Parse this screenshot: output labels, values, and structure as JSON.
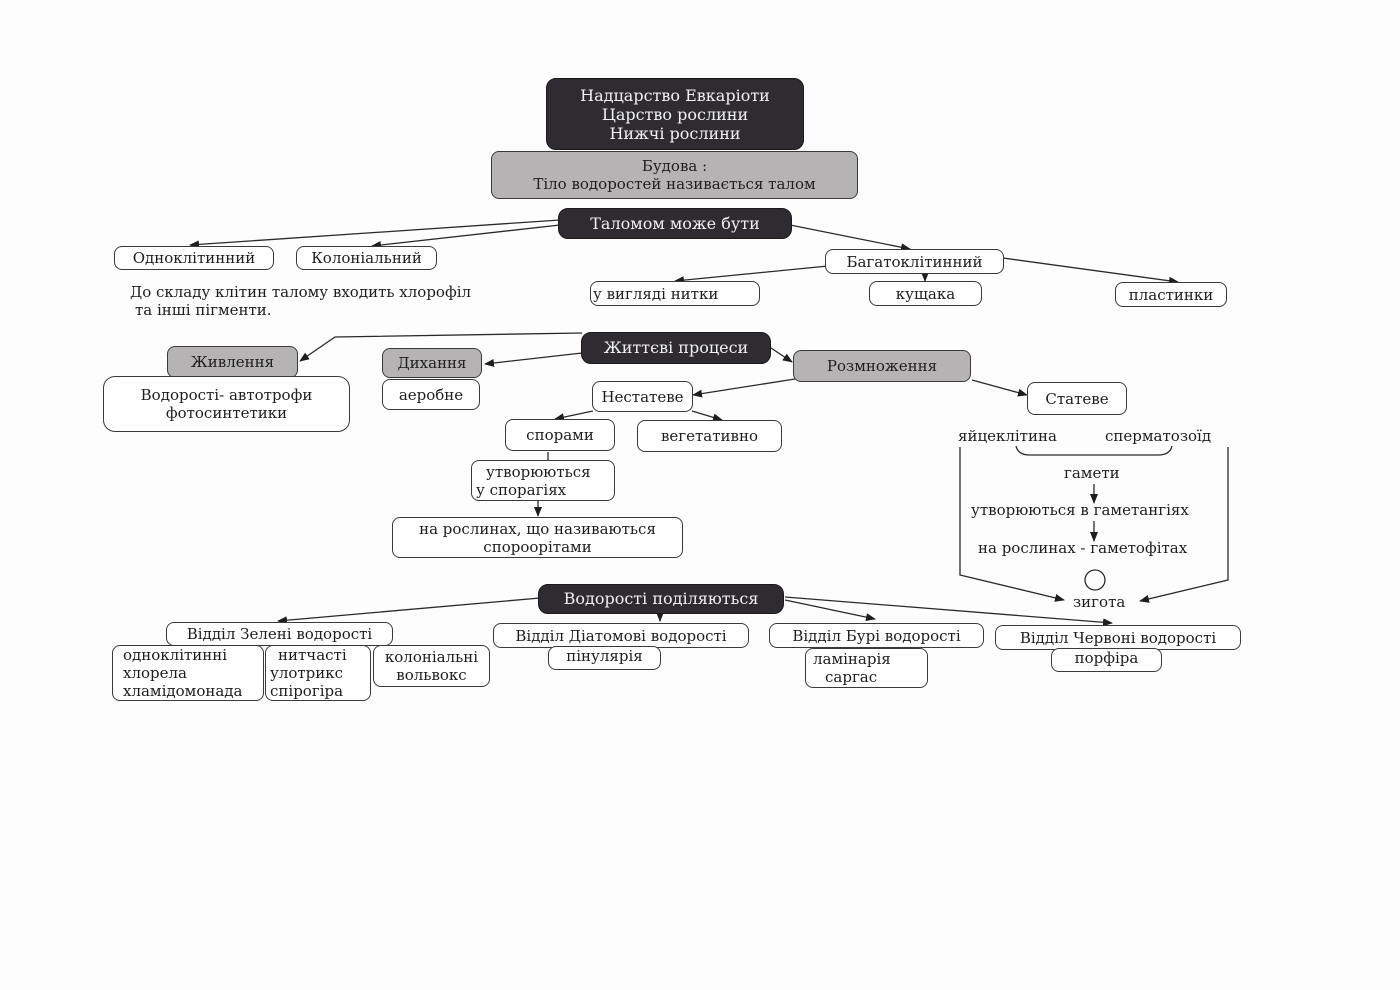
{
  "title": {
    "lines": [
      "Надцарство Евкаріоти",
      "Царство рослини",
      "Нижчі рослини"
    ]
  },
  "structure": {
    "heading": "Будова :",
    "text": "Тіло водоростей називається талом"
  },
  "thallus": {
    "label": "Таломом може бути",
    "types": [
      "Одноклітинний",
      "Колоніальний",
      "Багатоклітинний"
    ],
    "multicellular_forms": [
      "у вигляді нитки",
      "кущака",
      "пластинки"
    ],
    "note_lines": [
      "До складу клітин талому входить хлорофіл",
      "та інші пігменти."
    ]
  },
  "life_processes": {
    "label": "Життєві процеси",
    "nutrition": {
      "label": "Живлення",
      "detail_lines": [
        "Водорості- автотрофи",
        "фотосинтетики"
      ]
    },
    "respiration": {
      "label": "Дихання",
      "detail": "аеробне"
    },
    "reproduction": {
      "label": "Розмноження",
      "asexual": {
        "label": "Нестатеве",
        "spores": "спорами",
        "vegetative": "вегетативно",
        "formed_lines": [
          "утворюються",
          "у спорагіях"
        ],
        "plants_lines": [
          "на рослинах, що називаються",
          "спороорітами"
        ]
      },
      "sexual": {
        "label": "Статеве",
        "egg": "яйцеклітина",
        "sperm": "сперматозоїд",
        "gametes": "гамети",
        "formed": "утворюються в гаметангіях",
        "plants": "на рослинах - гаметофітах",
        "zygote": "зигота"
      }
    }
  },
  "divisions": {
    "label": "Водорості поділяються",
    "green": {
      "label": "Відділ Зелені водорості",
      "unicellular_lines": [
        "одноклітинні",
        "хлорела",
        "хламідомонада"
      ],
      "filamentous_lines": [
        "нитчасті",
        "улотрикс",
        "спірогіра"
      ],
      "colonial_lines": [
        "колоніальні",
        "вольвокс"
      ]
    },
    "diatoms": {
      "label": "Відділ Діатомові водорості",
      "examples": "пінулярія"
    },
    "brown": {
      "label": "Відділ Бурі водорості",
      "example_lines": [
        "ламінарія",
        "саргас"
      ]
    },
    "red": {
      "label": "Відділ Червоні водорості",
      "examples": "порфіра"
    }
  }
}
